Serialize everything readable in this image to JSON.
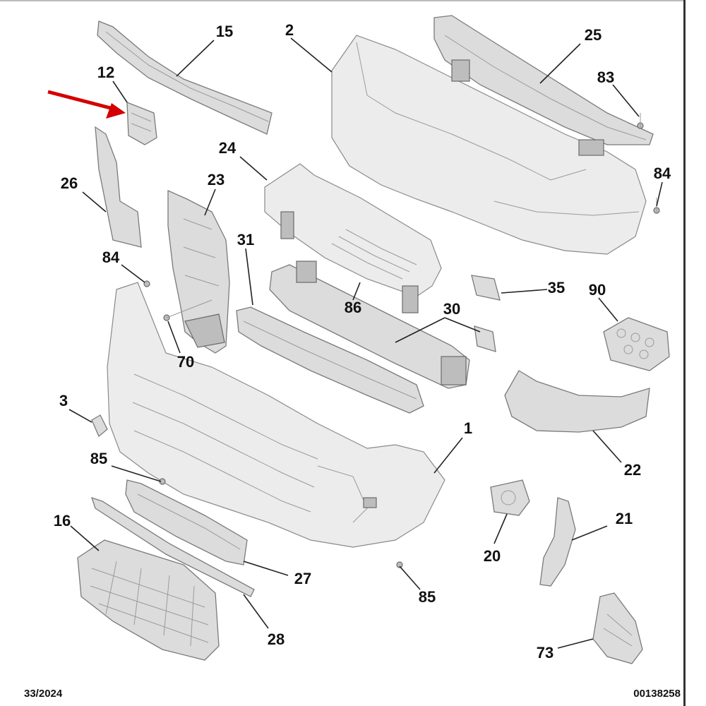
{
  "diagram": {
    "callouts": [
      "15",
      "2",
      "25",
      "12",
      "83",
      "26",
      "24",
      "23",
      "84",
      "84",
      "31",
      "86",
      "35",
      "90",
      "30",
      "70",
      "3",
      "1",
      "22",
      "85",
      "16",
      "20",
      "21",
      "27",
      "85",
      "28",
      "73"
    ],
    "arrow_color": "#d40000",
    "arrow_target": "12"
  },
  "footer": {
    "date": "33/2024",
    "reference": "00138258"
  }
}
